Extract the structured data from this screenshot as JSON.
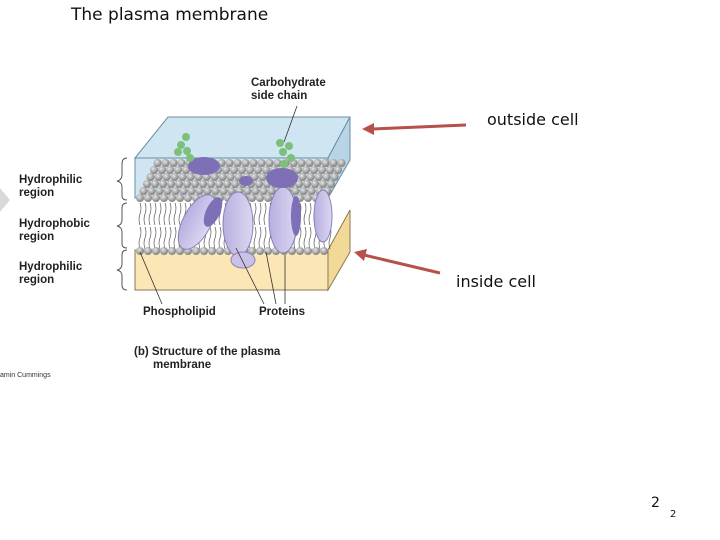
{
  "slide": {
    "title": "The plasma membrane",
    "page_number": "2",
    "page_number_small": "2"
  },
  "figure": {
    "carbohydrate_label": [
      "Carbohydrate",
      "side chain"
    ],
    "hydrophilic_top_label": [
      "Hydrophilic",
      "region"
    ],
    "hydrophobic_label": [
      "Hydrophobic",
      "region"
    ],
    "hydrophilic_bottom_label": [
      "Hydrophilic",
      "region"
    ],
    "phospholipid_label": "Phospholipid",
    "proteins_label": "Proteins",
    "caption": [
      "(b) Structure of the plasma",
      "membrane"
    ],
    "credit": "amin Cummings"
  },
  "annotations": {
    "outside": "outside cell",
    "inside": "inside cell"
  },
  "colors": {
    "extracellular": "#cfe6f2",
    "cytoplasm": "#fbe7b5",
    "protein": "#c9c2e6",
    "protein_dark": "#7e6fb6",
    "carbohydrate": "#7cc07a",
    "arrow": "#b5504a",
    "head": "#9a9a9a"
  }
}
